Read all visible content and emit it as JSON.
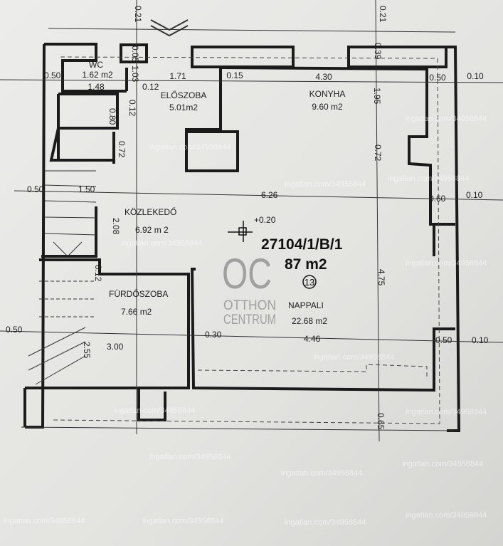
{
  "plan": {
    "parcel_id": "27104/1/B/1",
    "total_area": "87 m2",
    "unit_number": "13",
    "level_mark": "+0.20",
    "rooms": [
      {
        "name": "WC",
        "area": "1.62 m2"
      },
      {
        "name": "ELŐSZOBA",
        "area": "5.01m2"
      },
      {
        "name": "KONYHA",
        "area": "9.60 m2"
      },
      {
        "name": "KÖZLEKEDŐ",
        "area": "6.92 m 2"
      },
      {
        "name": "FÜRDŐSZOBA",
        "area": "7.66 m2"
      },
      {
        "name": "NAPPALI",
        "area": "22.68 m2"
      }
    ],
    "dimensions": {
      "top_left_021": "0.21",
      "top_right_021": "0.21",
      "d005": "0.05",
      "d103": "1.03",
      "d012a": "0.12",
      "d012b": "0.12",
      "d080": "0.80",
      "d072a": "0.72",
      "d148": "1.48",
      "d195": "1.95",
      "d072b": "0.72",
      "d039": "0.39",
      "d208": "2.08",
      "d012c": "0.12",
      "d255": "2.55",
      "d475": "4.75",
      "d065": "0.65",
      "row1": [
        "0.50",
        "1.71",
        "0.15",
        "4.30",
        "0.50",
        "0.10"
      ],
      "row2": [
        "0.50",
        "1.50",
        "6.26",
        "0.60",
        "0.10"
      ],
      "row3": [
        "0.50",
        "3.00",
        "0.30",
        "4.46",
        "0.50",
        "0.10"
      ]
    }
  },
  "watermark": {
    "logo_letters": "OC",
    "logo_line1": "OTTHON",
    "logo_line2": "CENTRUM",
    "listing": "ingatlan.com/34958844"
  }
}
